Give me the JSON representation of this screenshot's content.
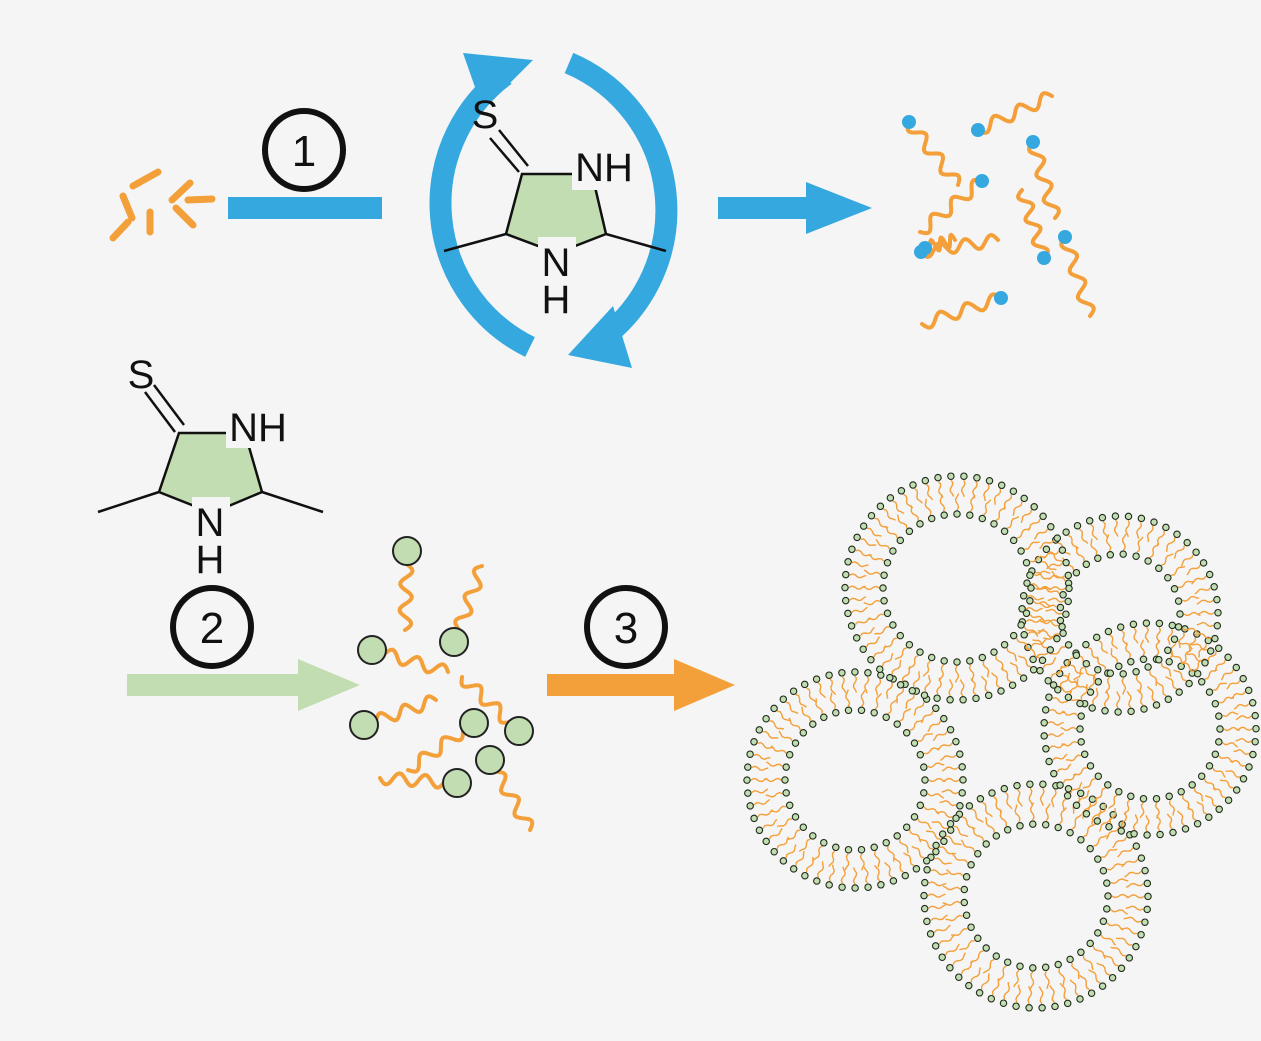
{
  "colors": {
    "background": "#f5f5f5",
    "blue": "#36a8e0",
    "orange": "#f4a03a",
    "green_fill": "#c3ddb2",
    "ink": "#111111"
  },
  "molecule": {
    "sulfur": "S",
    "amine_top": "NH",
    "amine_bottom_n": "N",
    "amine_bottom_h": "H"
  },
  "steps": [
    {
      "label": "1",
      "arrow_color": "#36a8e0"
    },
    {
      "label": "2",
      "arrow_color": "#c3ddb2"
    },
    {
      "label": "3",
      "arrow_color": "#f4a03a"
    }
  ],
  "counts": {
    "starting_fragments": 6,
    "blue_headed_chains": 9,
    "green_headed_chains": 8,
    "vesicles": 5
  }
}
